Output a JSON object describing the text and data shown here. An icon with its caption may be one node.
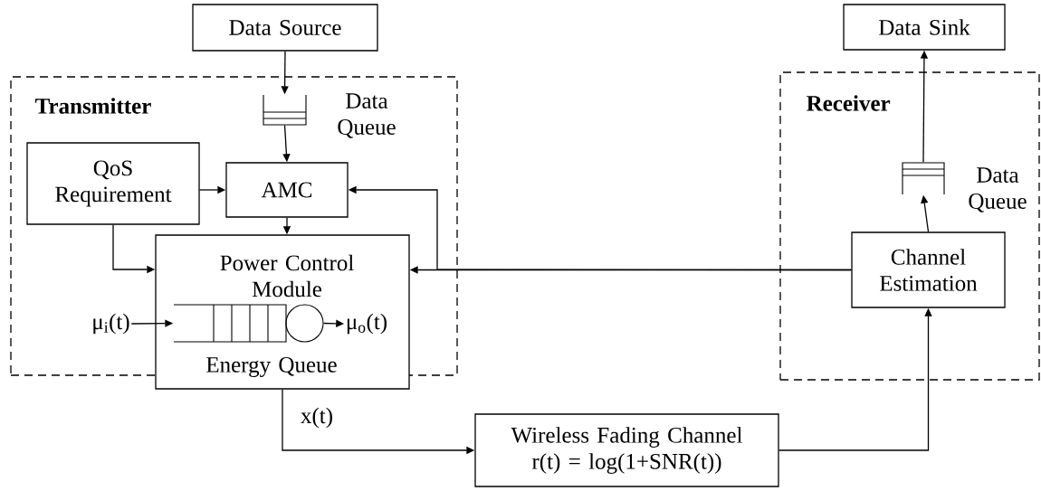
{
  "diagram": {
    "nodes": [
      {
        "text": [
          "Data Source"
        ]
      },
      {
        "text": [
          "Data Sink"
        ]
      },
      {
        "text": [
          "Transmitter"
        ]
      },
      {
        "text": [],
        "shape": "queue",
        "in": 2,
        "beside": [
          "Data Queue"
        ]
      },
      {
        "text": [
          "Receiver"
        ]
      },
      {
        "text": [
          "QoS Requirement"
        ],
        "in": 2
      },
      {
        "text": [
          "AMC"
        ],
        "in": 2
      },
      {
        "text": [],
        "shape": "queue",
        "in": 4,
        "beside": [
          "Data Queue"
        ]
      },
      {
        "text": [
          "Power Control Module",
          "Energy Queue"
        ],
        "in": 2
      },
      {
        "text": [
          "Channel Estimation"
        ],
        "in": 4
      },
      {
        "text": [
          "μ$_{i}$(t)"
        ],
        "in": 2
      },
      {
        "text": [],
        "shape": "queue",
        "in": 8
      },
      {
        "text": [
          "μ$_{o}$(t)"
        ],
        "in": 8
      },
      {
        "text": [
          "Wireless Fading Channel",
          "r(t) = log(1+SNR(t))"
        ]
      }
    ],
    "edges": [
      {
        "from": 0,
        "to": 3,
        "arrow": "to"
      },
      {
        "from": 3,
        "to": 6,
        "arrow": "to"
      },
      {
        "from": 5,
        "to": 6,
        "arrow": "to"
      },
      {
        "from": 5,
        "to": 8,
        "arrow": "to"
      },
      {
        "from": 6,
        "to": 8,
        "arrow": "to"
      },
      {
        "from": 9,
        "to": 8,
        "arrow": "to"
      },
      {
        "from": 9,
        "to": 6,
        "arrow": "to"
      },
      {
        "from": 10,
        "to": 11,
        "arrow": "to"
      },
      {
        "from": 11,
        "to": 12,
        "arrow": "to"
      },
      {
        "from": 8,
        "to": 13,
        "arrow": "to",
        "label": "x(t)"
      },
      {
        "from": 13,
        "to": 9,
        "arrow": "to"
      },
      {
        "from": 9,
        "to": 7,
        "arrow": "to"
      },
      {
        "from": 7,
        "to": 1,
        "arrow": "to"
      }
    ]
  }
}
